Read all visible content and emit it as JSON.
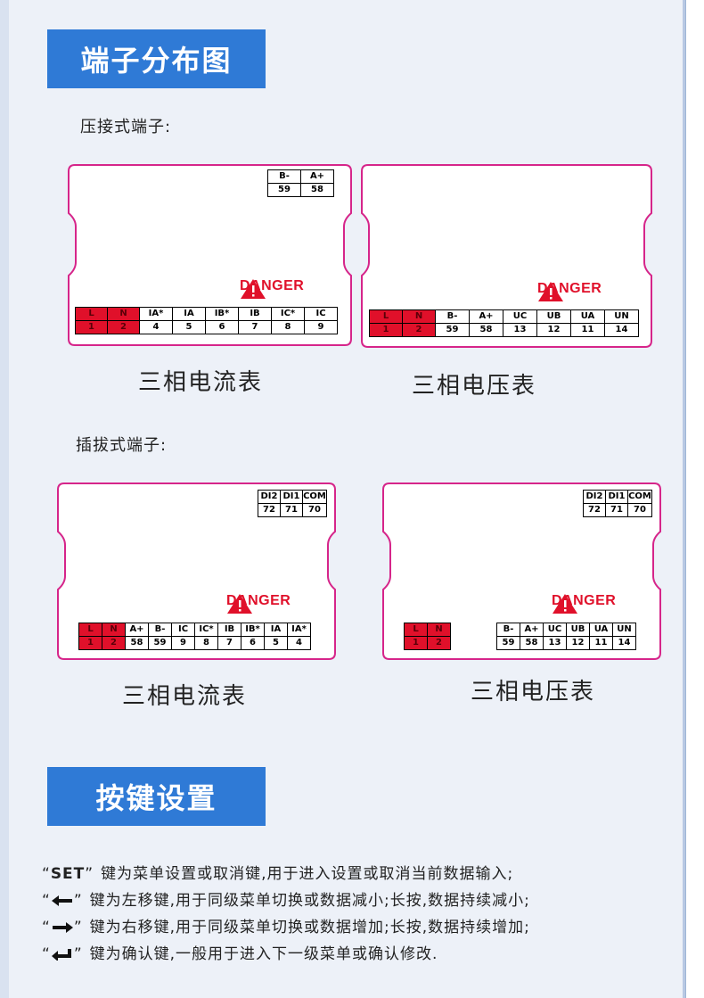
{
  "banner1": "端子分布图",
  "banner2": "按键设置",
  "section_crimp": "压接式端子:",
  "section_plug": "插拔式端子:",
  "danger": "DANGER",
  "captions": {
    "p1": "三相电流表",
    "p2": "三相电压表",
    "p3": "三相电流表",
    "p4": "三相电压表"
  },
  "panel1": {
    "top": {
      "h": [
        "B-",
        "A+"
      ],
      "v": [
        "59",
        "58"
      ]
    },
    "bottom": {
      "h": [
        "L",
        "N",
        "IA*",
        "IA",
        "IB*",
        "IB",
        "IC*",
        "IC"
      ],
      "v": [
        "1",
        "2",
        "4",
        "5",
        "6",
        "7",
        "8",
        "9"
      ]
    }
  },
  "panel2": {
    "bottom": {
      "h": [
        "L",
        "N",
        "B-",
        "A+",
        "UC",
        "UB",
        "UA",
        "UN"
      ],
      "v": [
        "1",
        "2",
        "59",
        "58",
        "13",
        "12",
        "11",
        "14"
      ]
    }
  },
  "panel3": {
    "top": {
      "h": [
        "DI2",
        "DI1",
        "COM"
      ],
      "v": [
        "72",
        "71",
        "70"
      ]
    },
    "bottom": {
      "h": [
        "L",
        "N",
        "A+",
        "B-",
        "IC",
        "IC*",
        "IB",
        "IB*",
        "IA",
        "IA*"
      ],
      "v": [
        "1",
        "2",
        "58",
        "59",
        "9",
        "8",
        "7",
        "6",
        "5",
        "4"
      ]
    }
  },
  "panel4": {
    "top": {
      "h": [
        "DI2",
        "DI1",
        "COM"
      ],
      "v": [
        "72",
        "71",
        "70"
      ]
    },
    "ln": {
      "h": [
        "L",
        "N"
      ],
      "v": [
        "1",
        "2"
      ]
    },
    "bottom": {
      "h": [
        "B-",
        "A+",
        "UC",
        "UB",
        "UA",
        "UN"
      ],
      "v": [
        "59",
        "58",
        "13",
        "12",
        "11",
        "14"
      ]
    }
  },
  "keys": [
    {
      "key": "SET",
      "icon": null,
      "text": "键为菜单设置或取消键,用于进入设置或取消当前数据输入;"
    },
    {
      "key": "",
      "icon": "arrow-left-icon",
      "text": "键为左移键,用于同级菜单切换或数据减小;长按,数据持续减小;"
    },
    {
      "key": "",
      "icon": "arrow-right-icon",
      "text": "键为右移键,用于同级菜单切换或数据增加;长按,数据持续增加;"
    },
    {
      "key": "",
      "icon": "enter-icon",
      "text": "键为确认键,一般用于进入下一级菜单或确认修改."
    }
  ],
  "colors": {
    "accent": "#2f7ad6",
    "panel_border": "#d6258a",
    "danger": "#e0102a"
  }
}
